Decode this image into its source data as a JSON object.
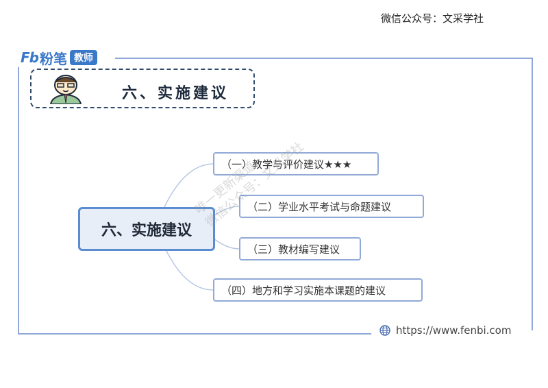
{
  "top_note": "微信公众号：文采学社",
  "logo": {
    "mark": "Fb",
    "name": "粉笔",
    "tag": "教师"
  },
  "title": "六、实施建议",
  "root": "六、实施建议",
  "branches": [
    "（一）教学与评价建议★★★",
    "（二）学业水平考试与命题建议",
    "（三）教材编写建议",
    "（四）地方和学习实施本课题的建议"
  ],
  "watermark": {
    "line1": "唯一更新渠道",
    "line2": "微信公众号：文采学社"
  },
  "website": "https://www.fenbi.com",
  "colors": {
    "accent": "#3a78c9",
    "node_border": "#5b8bd0",
    "branch_border": "#90a9d6"
  }
}
